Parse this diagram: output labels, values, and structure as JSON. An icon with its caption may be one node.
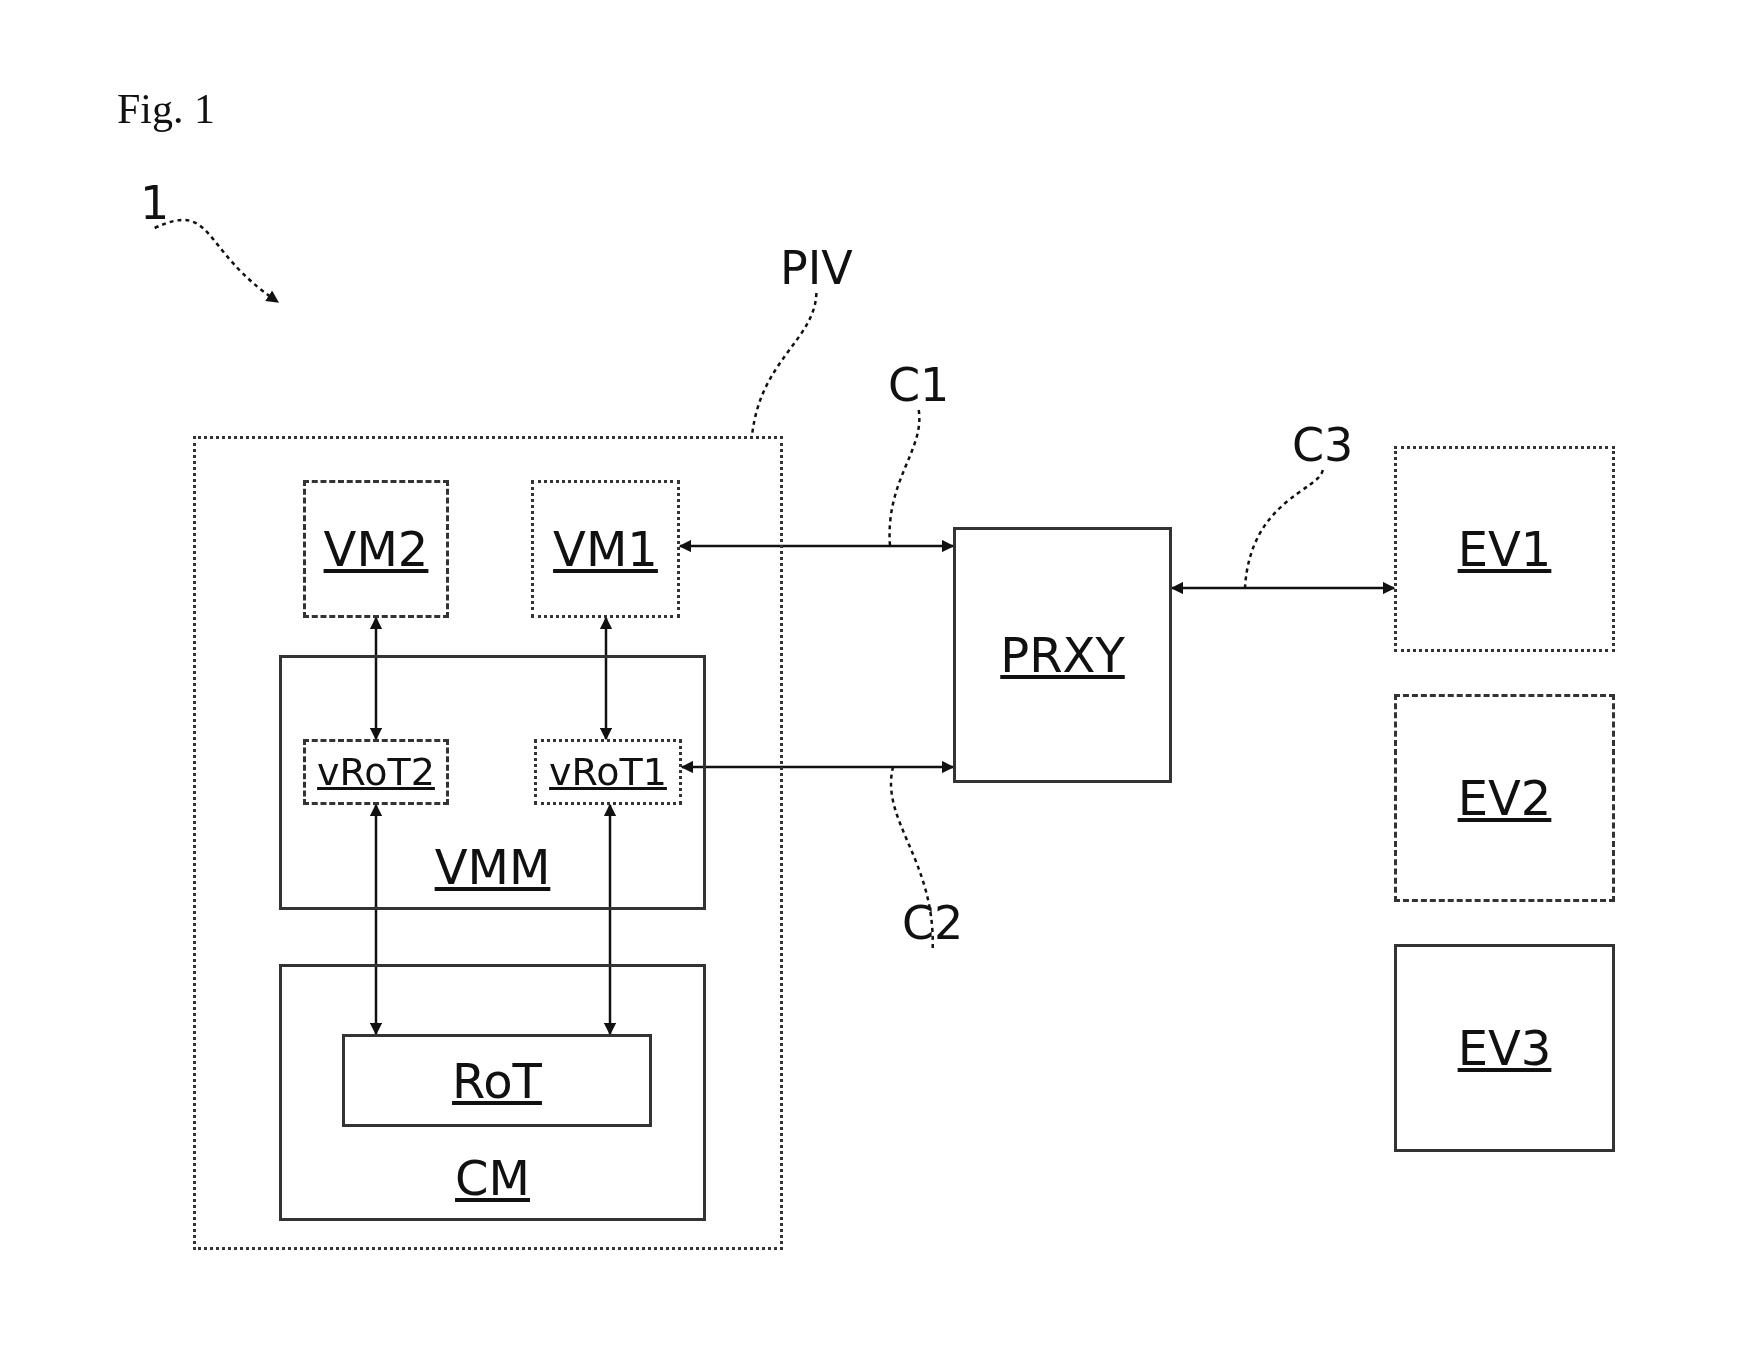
{
  "diagram": {
    "title": "Fig. 1",
    "nodes": [
      {
        "text": [
          "1"
        ]
      },
      {
        "text": [
          "PIV"
        ]
      },
      {
        "text": [],
        "shape": "box"
      },
      {
        "text": [
          "VM2"
        ],
        "in": 2
      },
      {
        "text": [
          "VM1"
        ],
        "in": 2
      },
      {
        "text": [
          "VMM"
        ],
        "in": 2
      },
      {
        "text": [
          "vRoT2"
        ],
        "in": 5
      },
      {
        "text": [
          "vRoT1"
        ],
        "in": 5
      },
      {
        "text": [
          "CM"
        ],
        "in": 2
      },
      {
        "text": [
          "RoT"
        ],
        "in": 8
      },
      {
        "text": [
          "PRXY"
        ]
      },
      {
        "text": [
          "EV1"
        ]
      },
      {
        "text": [
          "EV2"
        ]
      },
      {
        "text": [
          "EV3"
        ]
      },
      {
        "text": [
          "C1"
        ]
      },
      {
        "text": [
          "C2"
        ]
      },
      {
        "text": [
          "C3"
        ]
      }
    ],
    "edges": [
      {
        "from": 0,
        "to": null,
        "arrow": "to",
        "style": "dashed"
      },
      {
        "from": 1,
        "to": 2,
        "arrow": "none",
        "style": "dashed"
      },
      {
        "from": 4,
        "to": 10,
        "arrow": "both"
      },
      {
        "from": 3,
        "to": 6,
        "arrow": "both"
      },
      {
        "from": 4,
        "to": 7,
        "arrow": "both"
      },
      {
        "from": 7,
        "to": 10,
        "arrow": "both"
      },
      {
        "from": 6,
        "to": 9,
        "arrow": "both"
      },
      {
        "from": 7,
        "to": 9,
        "arrow": "both"
      },
      {
        "from": 10,
        "to": 11,
        "arrow": "both"
      },
      {
        "from": 14,
        "to": null,
        "arrow": "none",
        "style": "dashed"
      },
      {
        "from": 15,
        "to": null,
        "arrow": "none",
        "style": "dashed"
      },
      {
        "from": 16,
        "to": null,
        "arrow": "none",
        "style": "dashed"
      }
    ]
  }
}
